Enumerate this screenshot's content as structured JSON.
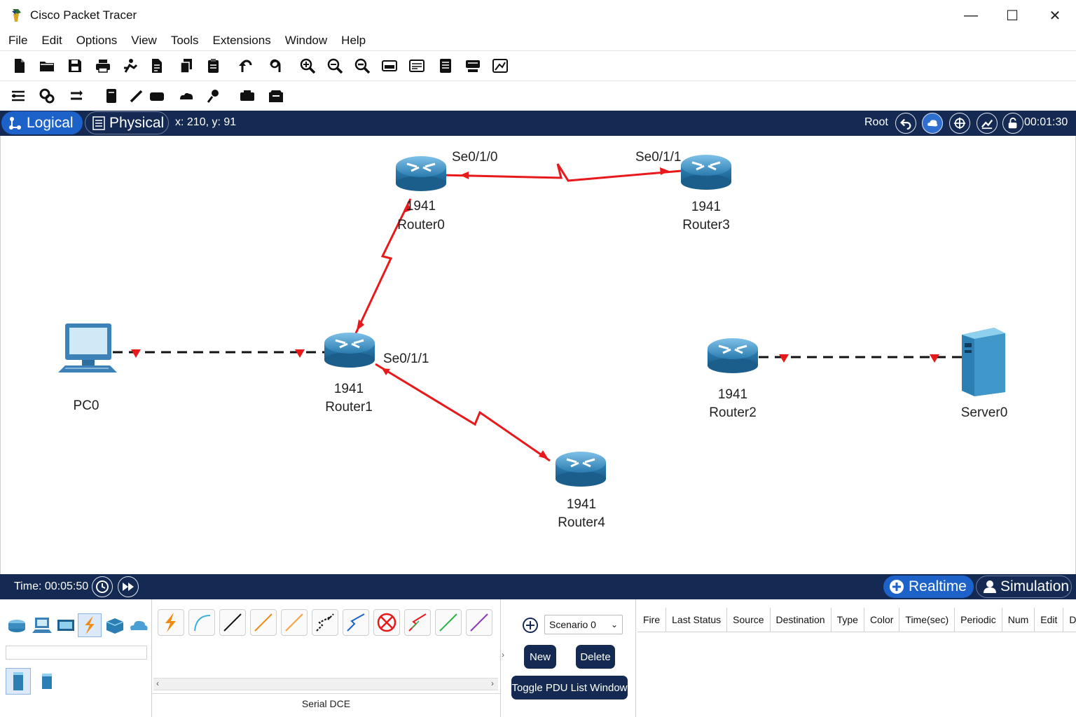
{
  "window": {
    "title": "Cisco Packet Tracer",
    "minimize_glyph": "—",
    "maximize_glyph": "☐",
    "close_glyph": "✕"
  },
  "menu": [
    "File",
    "Edit",
    "Options",
    "View",
    "Tools",
    "Extensions",
    "Window",
    "Help"
  ],
  "modebar": {
    "logical_label": "Logical",
    "physical_label": "Physical",
    "coords": "x: 210, y: 91",
    "root_label": "Root",
    "clock": "00:01:30"
  },
  "devices": [
    {
      "model": "1941",
      "name": "Router0"
    },
    {
      "model": "1941",
      "name": "Router3"
    },
    {
      "model": "1941",
      "name": "Router1"
    },
    {
      "model": "1941",
      "name": "Router2"
    },
    {
      "model": "1941",
      "name": "Router4"
    },
    {
      "name": "PC0"
    },
    {
      "name": "Server0"
    }
  ],
  "ports": {
    "router0_se": "Se0/1/0",
    "router3_se": "Se0/1/1",
    "router1_se": "Se0/1/1"
  },
  "timebar": {
    "time": "Time: 00:05:50",
    "realtime_label": "Realtime",
    "simulation_label": "Simulation"
  },
  "cables": {
    "selected_label": "Serial DCE"
  },
  "scenario": {
    "selected": "Scenario 0",
    "new_label": "New",
    "delete_label": "Delete",
    "toggle_label": "Toggle PDU List Window"
  },
  "pdu_columns": [
    "Fire",
    "Last Status",
    "Source",
    "Destination",
    "Type",
    "Color",
    "Time(sec)",
    "Periodic",
    "Num",
    "Edit",
    "Delete"
  ],
  "colors": {
    "dark_bar": "#142a52",
    "active_blue": "#1d62c9",
    "link_red": "#e8191b"
  }
}
